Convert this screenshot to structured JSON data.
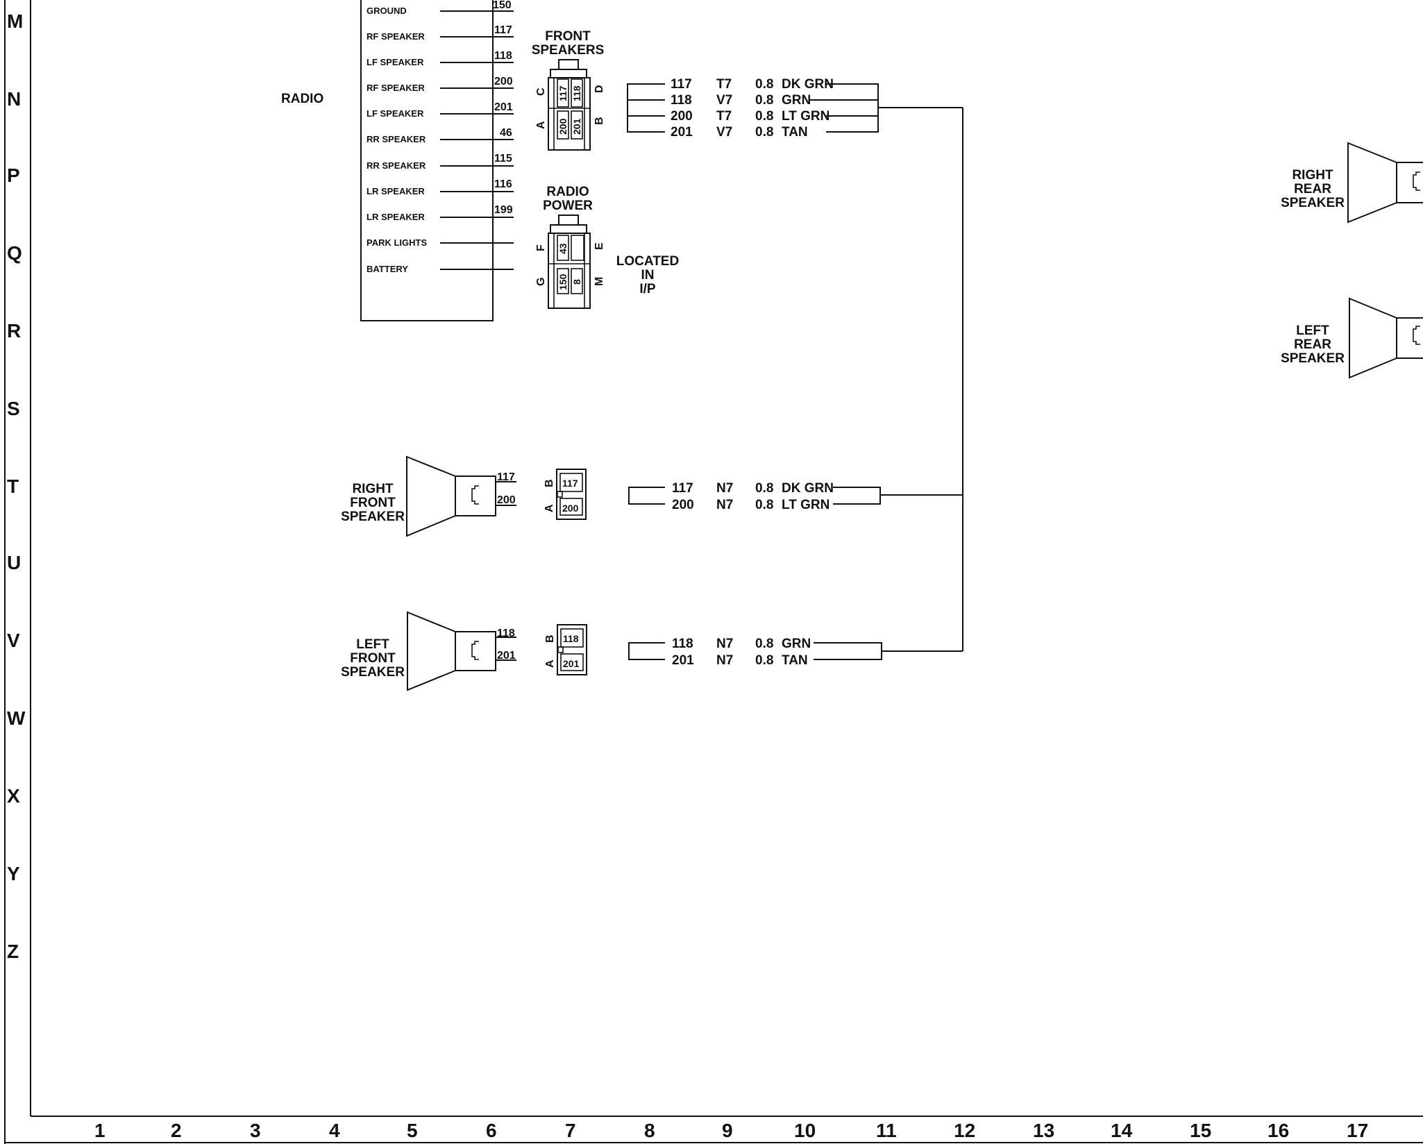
{
  "row_labels": [
    "M",
    "N",
    "P",
    "Q",
    "R",
    "S",
    "T",
    "U",
    "V",
    "W",
    "X",
    "Y",
    "Z"
  ],
  "col_labels": [
    "1",
    "2",
    "3",
    "4",
    "5",
    "6",
    "7",
    "8",
    "9",
    "10",
    "11",
    "12",
    "13",
    "14",
    "15",
    "16",
    "17"
  ],
  "radio": {
    "title": "RADIO",
    "pins": [
      {
        "label": "GROUND",
        "circuit": "150"
      },
      {
        "label": "RF SPEAKER",
        "circuit": "117"
      },
      {
        "label": "LF SPEAKER",
        "circuit": "118"
      },
      {
        "label": "RF SPEAKER",
        "circuit": "200"
      },
      {
        "label": "LF SPEAKER",
        "circuit": "201"
      },
      {
        "label": "RR SPEAKER",
        "circuit": "46"
      },
      {
        "label": "RR SPEAKER",
        "circuit": "115"
      },
      {
        "label": "LR SPEAKER",
        "circuit": "116"
      },
      {
        "label": "LR SPEAKER",
        "circuit": "199"
      },
      {
        "label": "PARK LIGHTS",
        "circuit": ""
      },
      {
        "label": "BATTERY",
        "circuit": ""
      }
    ]
  },
  "front_speakers_connector": {
    "title_line1": "FRONT",
    "title_line2": "SPEAKERS",
    "pin_letters": {
      "c": "C",
      "d": "D",
      "a": "A",
      "b": "B"
    },
    "cavities": {
      "c": "117",
      "d": "118",
      "a": "200",
      "b": "201"
    }
  },
  "radio_power_connector": {
    "title_line1": "RADIO",
    "title_line2": "POWER",
    "pin_letters": {
      "f": "F",
      "e": "E",
      "g": "G",
      "m": "M"
    },
    "cavities": {
      "f": "43",
      "g": "150",
      "m": "8"
    },
    "location_line1": "LOCATED",
    "location_line2": "IN",
    "location_line3": "I/P"
  },
  "harness_top": [
    {
      "circuit": "117",
      "code": "T7",
      "gauge": "0.8",
      "color": "DK GRN"
    },
    {
      "circuit": "118",
      "code": "V7",
      "gauge": "0.8",
      "color": "GRN"
    },
    {
      "circuit": "200",
      "code": "T7",
      "gauge": "0.8",
      "color": "LT GRN"
    },
    {
      "circuit": "201",
      "code": "V7",
      "gauge": "0.8",
      "color": "TAN"
    }
  ],
  "right_front_speaker": {
    "line1": "RIGHT",
    "line2": "FRONT",
    "line3": "SPEAKER",
    "term_top": "117",
    "term_bottom": "200",
    "pin_b": "B",
    "pin_a": "A",
    "cav_b": "117",
    "cav_a": "200",
    "wires": [
      {
        "circuit": "117",
        "code": "N7",
        "gauge": "0.8",
        "color": "DK GRN"
      },
      {
        "circuit": "200",
        "code": "N7",
        "gauge": "0.8",
        "color": "LT GRN"
      }
    ]
  },
  "left_front_speaker": {
    "line1": "LEFT",
    "line2": "FRONT",
    "line3": "SPEAKER",
    "term_top": "118",
    "term_bottom": "201",
    "pin_b": "B",
    "pin_a": "A",
    "cav_b": "118",
    "cav_a": "201",
    "wires": [
      {
        "circuit": "118",
        "code": "N7",
        "gauge": "0.8",
        "color": "GRN"
      },
      {
        "circuit": "201",
        "code": "N7",
        "gauge": "0.8",
        "color": "TAN"
      }
    ]
  },
  "right_rear_speaker": {
    "line1": "RIGHT",
    "line2": "REAR",
    "line3": "SPEAKER"
  },
  "left_rear_speaker": {
    "line1": "LEFT",
    "line2": "REAR",
    "line3": "SPEAKER"
  }
}
